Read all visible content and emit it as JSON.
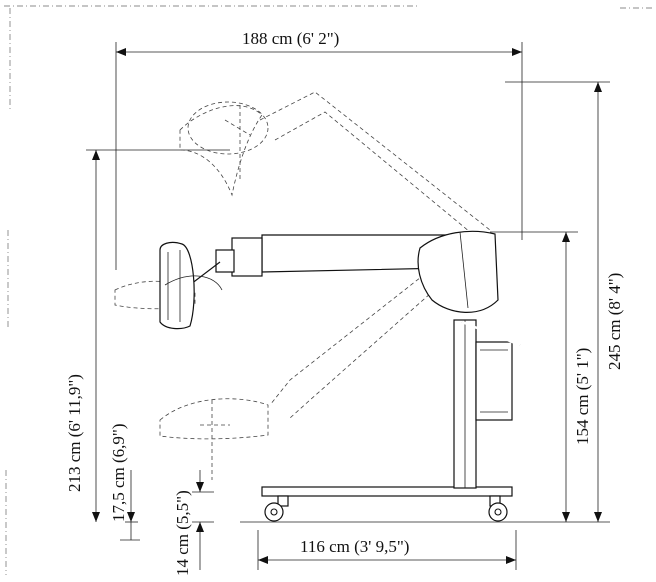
{
  "dimensions": {
    "reach_width": "188 cm  (6' 2\")",
    "max_height": "245 cm (8' 4\")",
    "mast_height": "154 cm (5' 1\")",
    "lift_range": "213 cm (6' 11,9\")",
    "low_clearance": "17,5 cm (6,9\")",
    "ground_clearance": "14 cm (5,5\")",
    "base_width": "116 cm  (3' 9,5\")"
  }
}
